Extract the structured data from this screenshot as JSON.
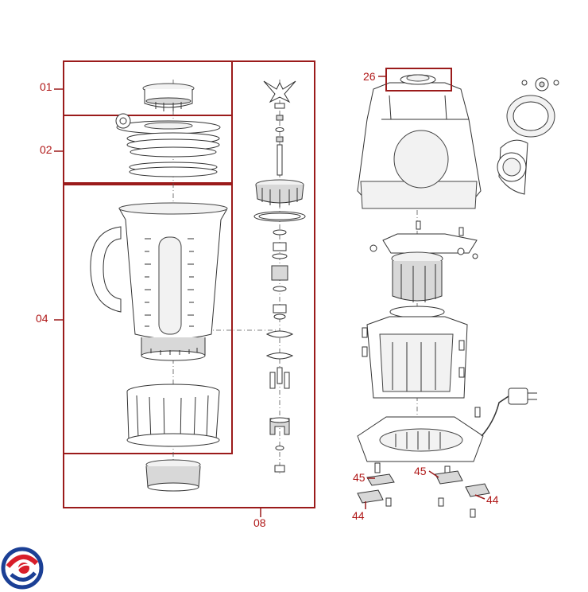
{
  "diagram": {
    "callouts": {
      "c01": "01",
      "c02": "02",
      "c04": "04",
      "c08": "08",
      "c26": "26",
      "c45a": "45",
      "c45b": "45",
      "c44a": "44",
      "c44b": "44"
    },
    "colors": {
      "callout": "#b01818",
      "frame": "#9b1b1b",
      "logo_red": "#d81e2a",
      "logo_blue": "#1b3f95"
    }
  }
}
